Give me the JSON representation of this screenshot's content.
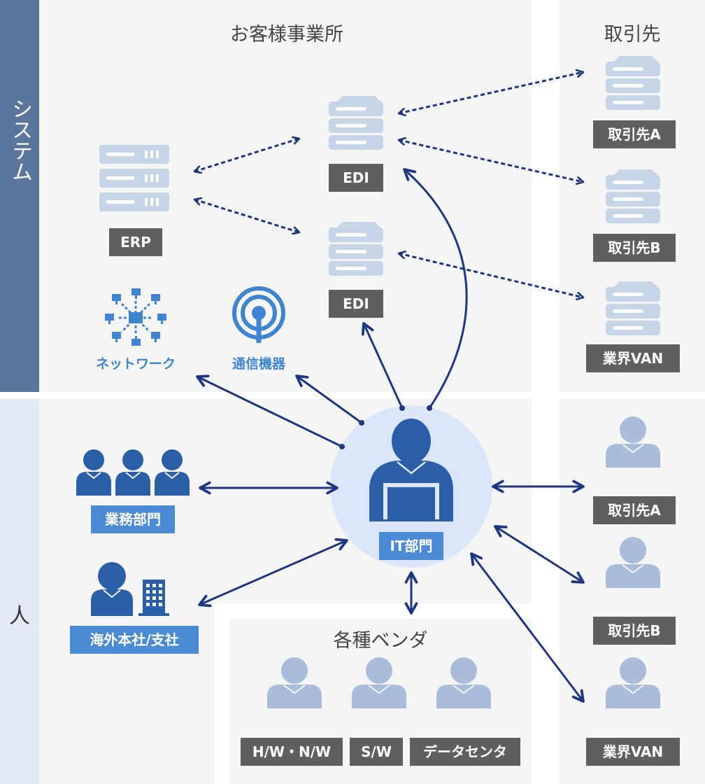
{
  "sidebar": {
    "system": "システム",
    "people": "人"
  },
  "sections": {
    "customer_site": "お客様事業所",
    "partners": "取引先",
    "vendors": "各種ベンダ"
  },
  "systems": {
    "erp": "ERP",
    "edi_top": "EDI",
    "edi_bottom": "EDI",
    "network": "ネットワーク",
    "comm_device": "通信機器"
  },
  "partner_systems": [
    "取引先A",
    "取引先B",
    "業界VAN"
  ],
  "people": {
    "it_dept": "IT部門",
    "business_dept": "業務部門",
    "overseas": "海外本社/支社"
  },
  "partner_people": [
    "取引先A",
    "取引先B",
    "業界VAN"
  ],
  "vendors": [
    "H/W・N/W",
    "S/W",
    "データセンタ"
  ],
  "colors": {
    "system_bar": "#5b769c",
    "people_bar": "#e4eaf3",
    "arrow": "#1e3580",
    "person_dark": "#2a5fa8",
    "person_light": "#a9bddb",
    "server": "#c6d4e8",
    "label_dark": "#5f5f5f",
    "label_blue": "#4a8ad4"
  }
}
